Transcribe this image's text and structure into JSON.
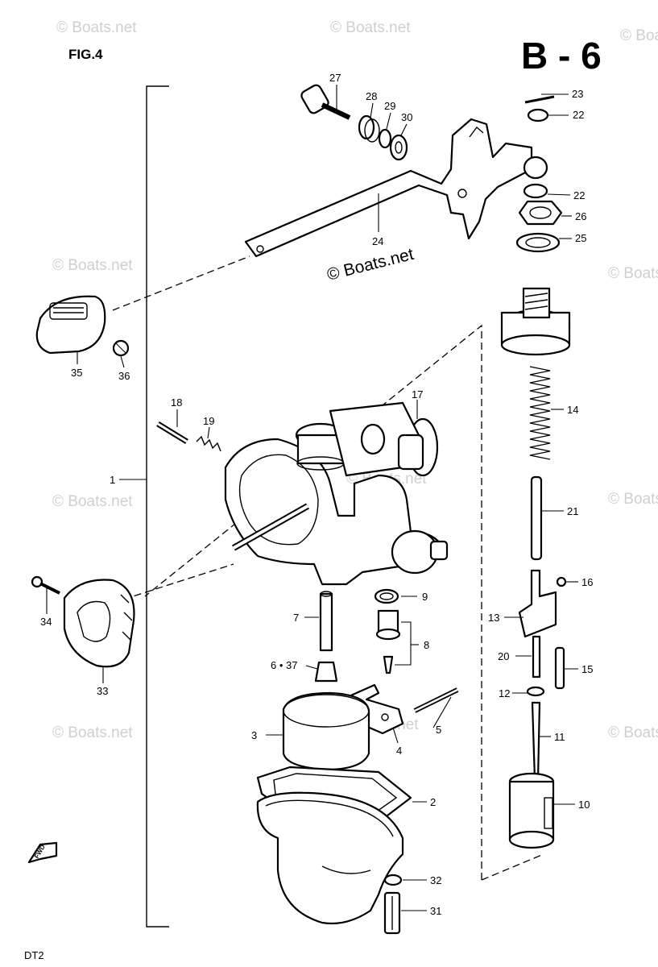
{
  "figure_label": "FIG.4",
  "page_code": "B - 6",
  "model_code": "DT2",
  "watermark": "© Boats.net",
  "center_watermark": "© Boats.net",
  "fwd_mark": "FWD",
  "callouts": {
    "c1": "1",
    "c2": "2",
    "c3": "3",
    "c4": "4",
    "c5": "5",
    "c6_37": "6 • 37",
    "c7": "7",
    "c8": "8",
    "c9": "9",
    "c10": "10",
    "c11": "11",
    "c12": "12",
    "c13": "13",
    "c14": "14",
    "c15": "15",
    "c16": "16",
    "c17": "17",
    "c18": "18",
    "c19": "19",
    "c20": "20",
    "c21": "21",
    "c22a": "22",
    "c22b": "22",
    "c23": "23",
    "c24": "24",
    "c25": "25",
    "c26": "26",
    "c27": "27",
    "c28": "28",
    "c29": "29",
    "c30": "30",
    "c31": "31",
    "c32": "32",
    "c33": "33",
    "c34": "34",
    "c35": "35",
    "c36": "36"
  }
}
